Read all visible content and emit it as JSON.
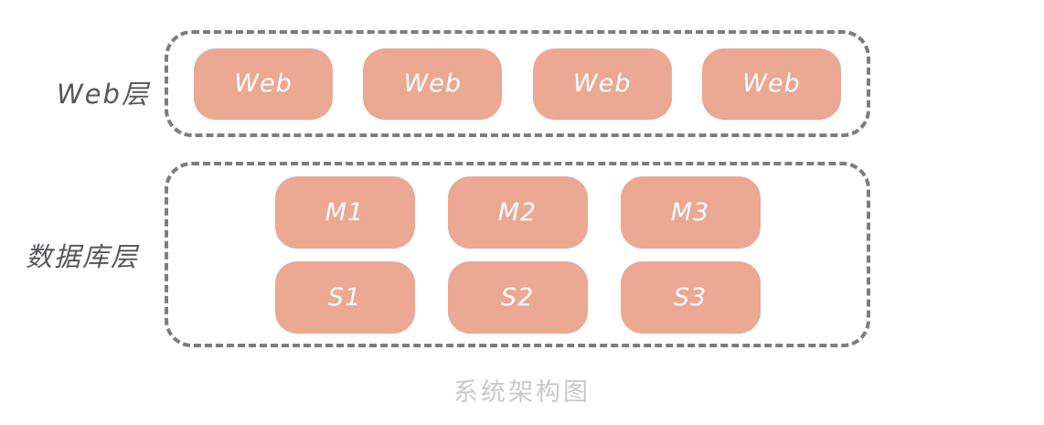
{
  "diagram": {
    "caption": "系统架构图",
    "colors": {
      "node_fill": "#eba892",
      "node_text": "#ffffff",
      "container_border": "#7d7d7d",
      "layer_label_text": "#55555a",
      "caption_text": "#c9c9c9",
      "background": "#ffffff"
    },
    "web_layer": {
      "label": "Web层",
      "nodes": [
        "Web",
        "Web",
        "Web",
        "Web"
      ]
    },
    "db_layer": {
      "label": "数据库层",
      "master_nodes": [
        "M1",
        "M2",
        "M3"
      ],
      "slave_nodes": [
        "S1",
        "S2",
        "S3"
      ]
    }
  }
}
